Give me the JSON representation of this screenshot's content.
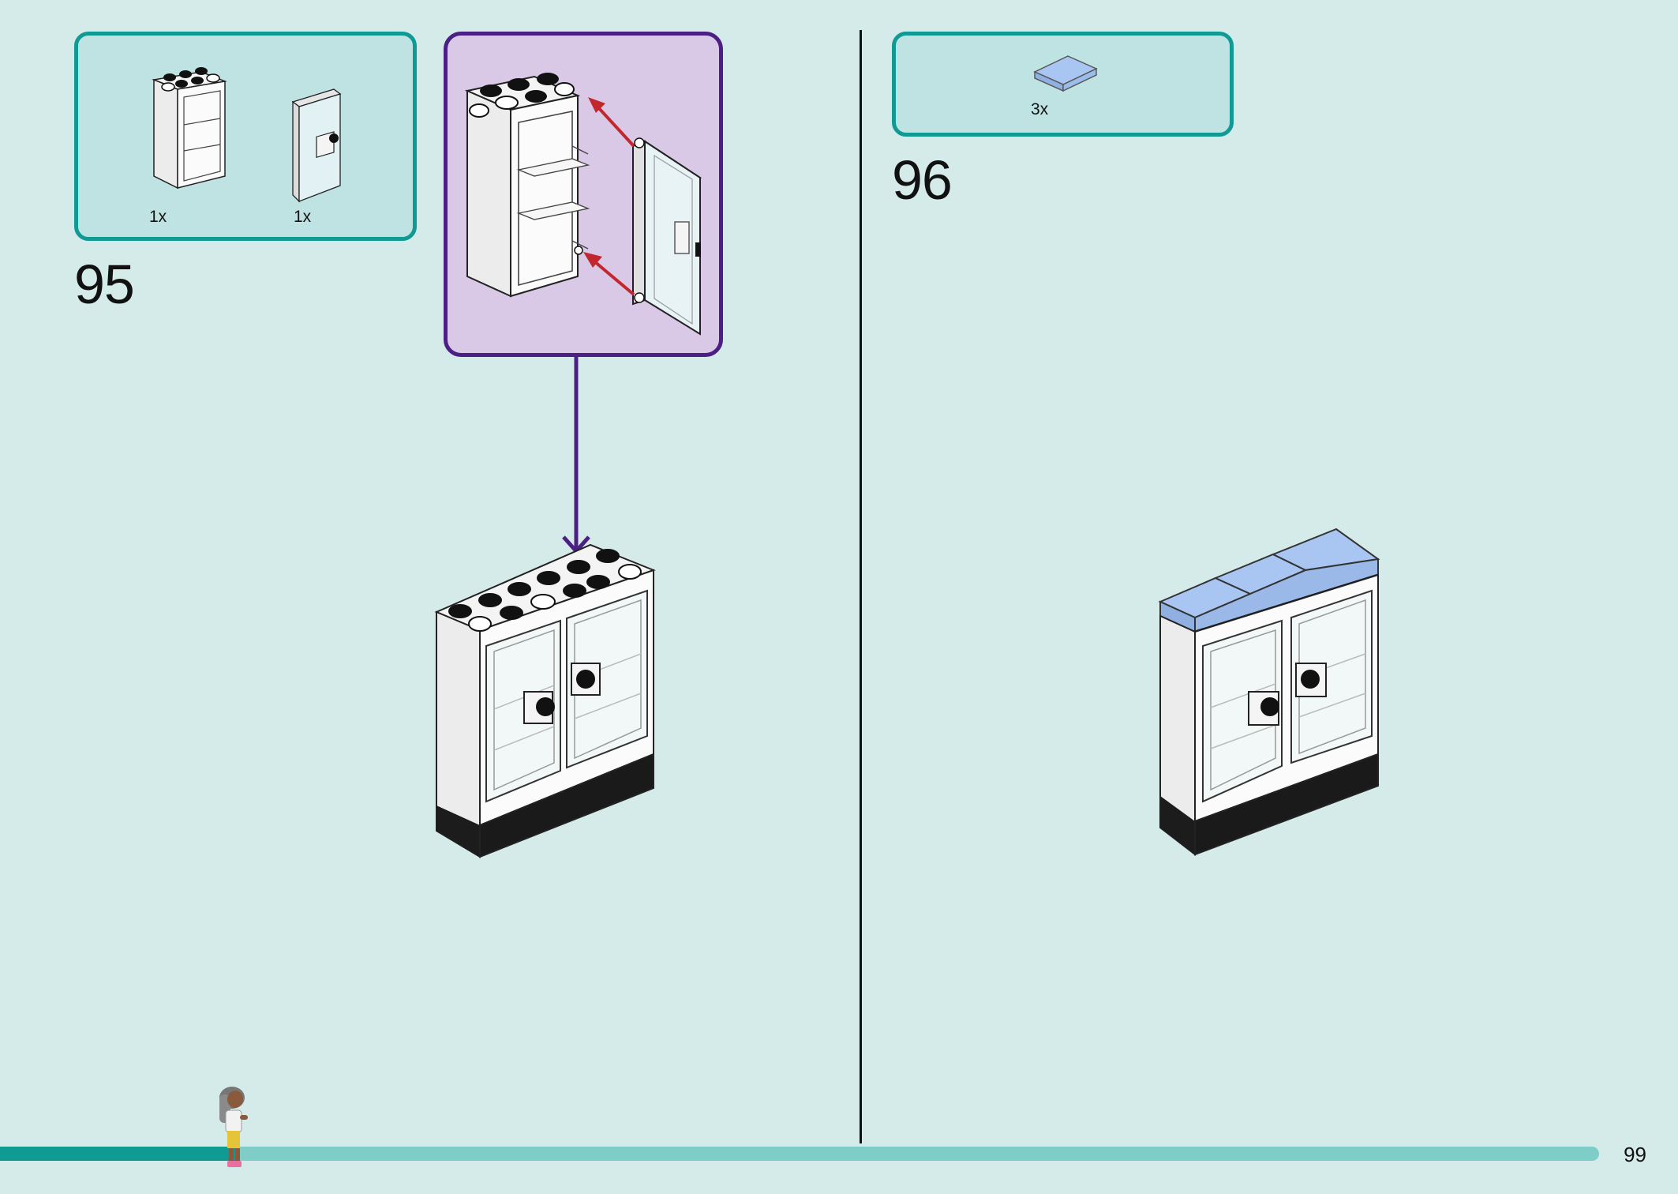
{
  "page": {
    "number": "99"
  },
  "step95": {
    "number": "95",
    "parts": [
      {
        "name": "cabinet-frame",
        "qty": "1x"
      },
      {
        "name": "glass-door",
        "qty": "1x"
      }
    ]
  },
  "step96": {
    "number": "96",
    "parts": [
      {
        "name": "blue-tile",
        "qty": "3x"
      }
    ]
  },
  "progress": {
    "fraction": 0.15
  },
  "colors": {
    "background": "#d5ebe9",
    "parts_box_border": "#0f9a94",
    "callout_border": "#4c1f85",
    "callout_fill": "#d9c9e6",
    "arrow_red": "#c1272d",
    "tile_blue": "#a9c6f2",
    "progress_dark": "#0f9a94",
    "progress_light": "#7fcdc8"
  }
}
